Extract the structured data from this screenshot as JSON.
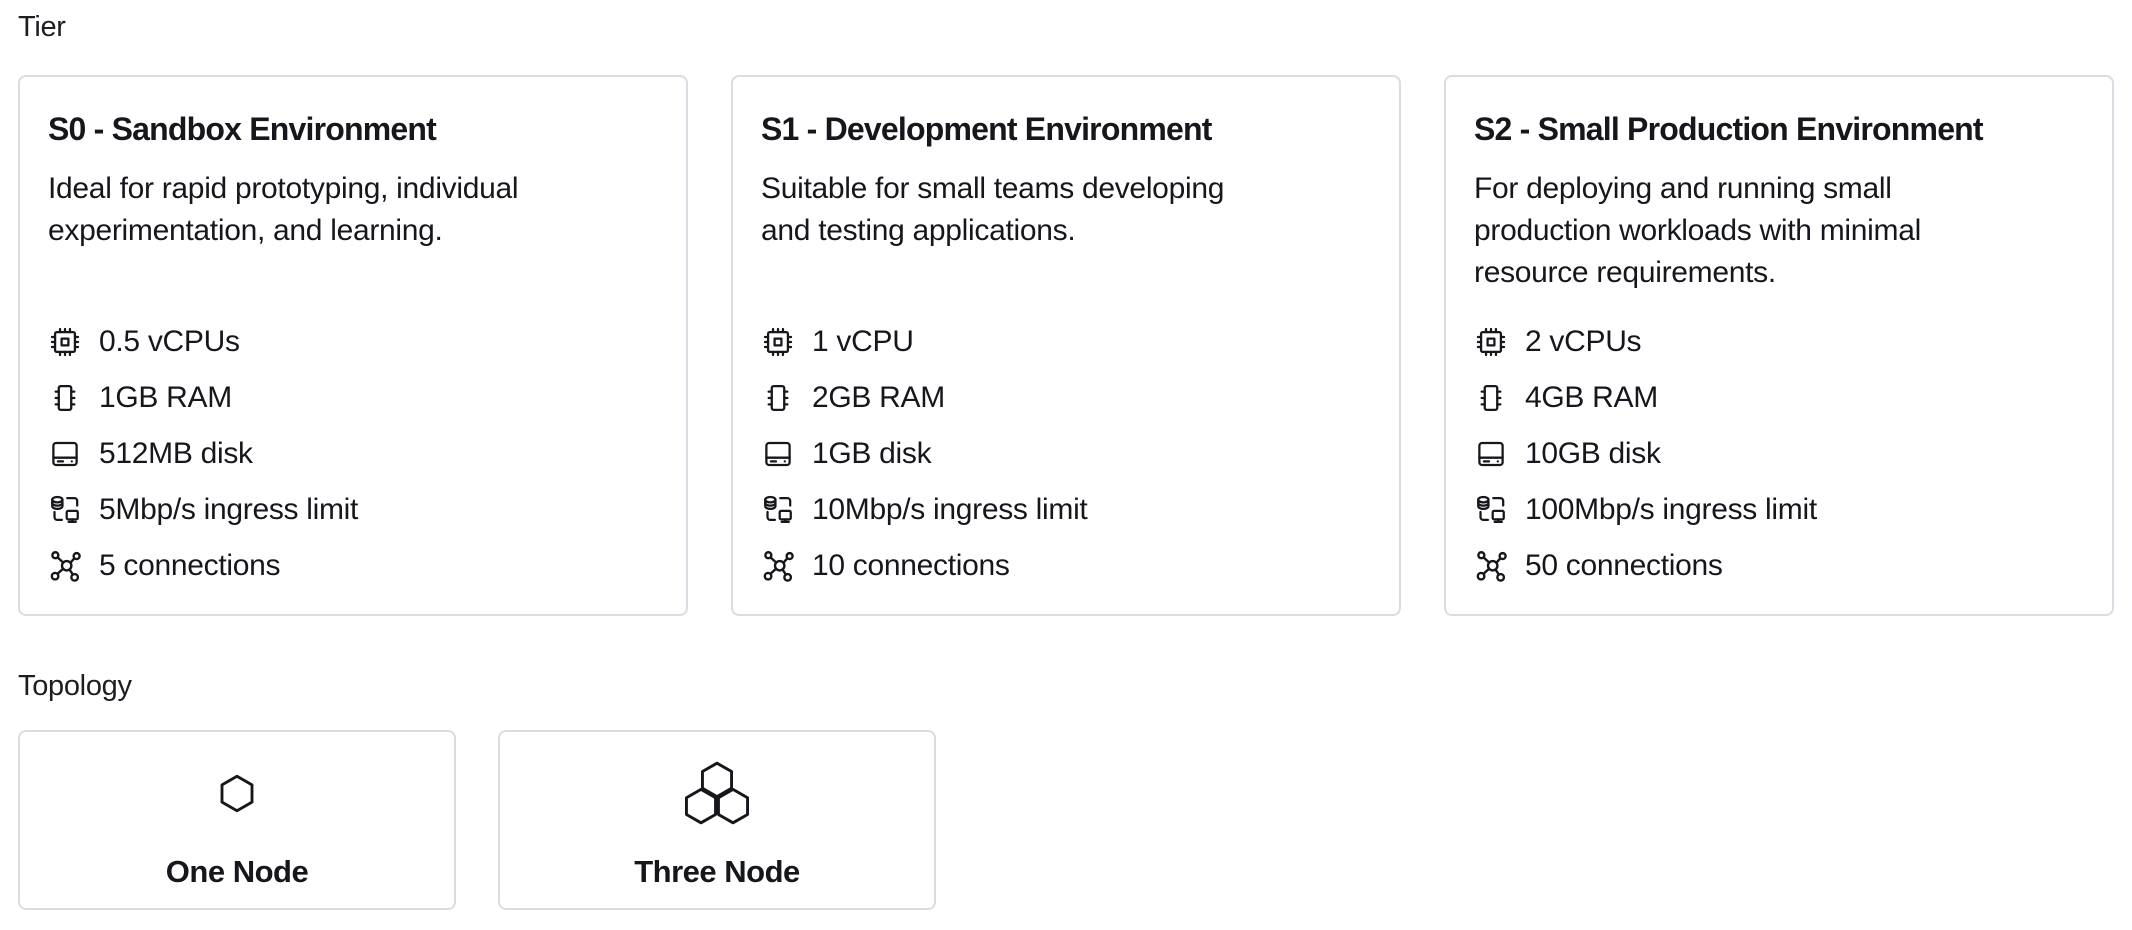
{
  "tier": {
    "label": "Tier",
    "cards": [
      {
        "title": "S0 - Sandbox Environment",
        "description": "Ideal for rapid prototyping, individual\nexperimentation, and learning.",
        "specs": [
          {
            "icon": "cpu-icon",
            "text": "0.5 vCPUs"
          },
          {
            "icon": "ram-icon",
            "text": "1GB RAM"
          },
          {
            "icon": "disk-icon",
            "text": "512MB disk"
          },
          {
            "icon": "ingress-icon",
            "text": "5Mbp/s ingress limit"
          },
          {
            "icon": "connections-icon",
            "text": "5 connections"
          }
        ]
      },
      {
        "title": "S1 - Development Environment",
        "description": "Suitable for small teams developing\nand testing applications.",
        "specs": [
          {
            "icon": "cpu-icon",
            "text": "1 vCPU"
          },
          {
            "icon": "ram-icon",
            "text": "2GB RAM"
          },
          {
            "icon": "disk-icon",
            "text": "1GB disk"
          },
          {
            "icon": "ingress-icon",
            "text": "10Mbp/s ingress limit"
          },
          {
            "icon": "connections-icon",
            "text": "10 connections"
          }
        ]
      },
      {
        "title": "S2 - Small Production Environment",
        "description": "For deploying and running small\nproduction workloads with minimal\nresource requirements.",
        "specs": [
          {
            "icon": "cpu-icon",
            "text": "2 vCPUs"
          },
          {
            "icon": "ram-icon",
            "text": "4GB RAM"
          },
          {
            "icon": "disk-icon",
            "text": "10GB disk"
          },
          {
            "icon": "ingress-icon",
            "text": "100Mbp/s ingress limit"
          },
          {
            "icon": "connections-icon",
            "text": "50 connections"
          }
        ]
      }
    ]
  },
  "topology": {
    "label": "Topology",
    "options": [
      {
        "icon": "one-node-icon",
        "label": "One Node"
      },
      {
        "icon": "three-node-icon",
        "label": "Three Node"
      }
    ]
  },
  "colors": {
    "card_border": "#d7dde2",
    "text": "#15171c",
    "background": "#ffffff"
  }
}
